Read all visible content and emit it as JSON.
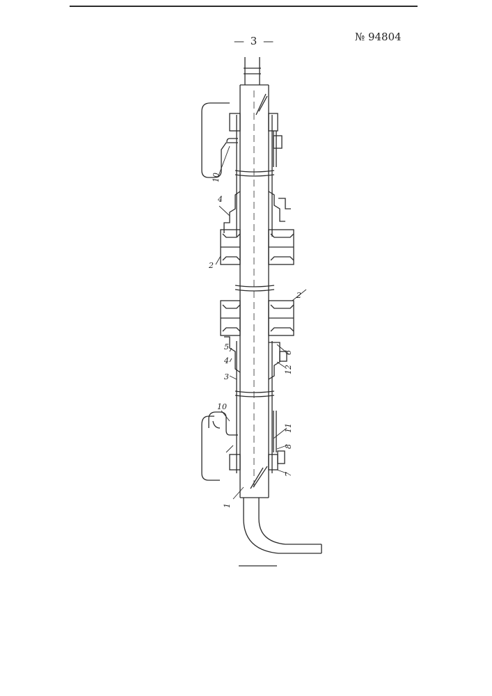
{
  "header": {
    "page_number": "— 3 —",
    "patent_number": "№ 94804"
  },
  "drawing": {
    "labels": [
      "1",
      "2",
      "2",
      "3",
      "4",
      "4",
      "5",
      "6",
      "7",
      "8",
      "10",
      "10",
      "11",
      "12"
    ]
  }
}
